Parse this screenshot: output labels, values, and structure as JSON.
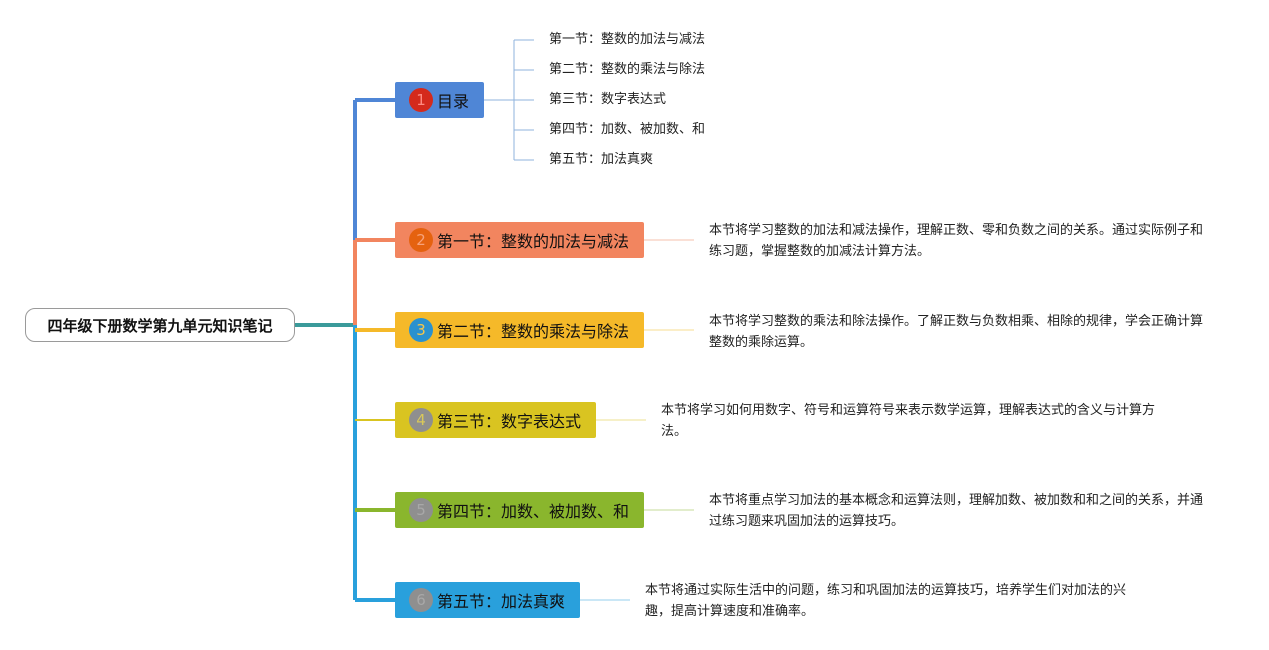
{
  "root": {
    "title": "四年级下册数学第九单元知识笔记"
  },
  "branches": [
    {
      "num": "1",
      "label": "目录",
      "color": "#4f86d6",
      "badge_color": "#d42a1c",
      "badge_text_color": "#ff8a80"
    },
    {
      "num": "2",
      "label": "第一节：整数的加法与减法",
      "color": "#f2855f",
      "badge_color": "#e5620f",
      "badge_text_color": "#f7a27a",
      "desc": "本节将学习整数的加法和减法操作，理解正数、零和负数之间的关系。通过实际例子和练习题，掌握整数的加减法计算方法。"
    },
    {
      "num": "3",
      "label": "第二节：整数的乘法与除法",
      "color": "#f5b929",
      "badge_color": "#2a91cf",
      "badge_text_color": "#f6c64a",
      "desc": "本节将学习整数的乘法和除法操作。了解正数与负数相乘、相除的规律，学会正确计算整数的乘除运算。"
    },
    {
      "num": "4",
      "label": "第三节：数字表达式",
      "color": "#d9c421",
      "badge_color": "#8f8f8f",
      "badge_text_color": "#d9c85a",
      "desc": "本节将学习如何用数字、符号和运算符号来表示数学运算，理解表达式的含义与计算方法。"
    },
    {
      "num": "5",
      "label": "第四节：加数、被加数、和",
      "color": "#8ab62d",
      "badge_color": "#8f8f8f",
      "badge_text_color": "#a8a8a8",
      "desc": "本节将重点学习加法的基本概念和运算法则，理解加数、被加数和和之间的关系，并通过练习题来巩固加法的运算技巧。"
    },
    {
      "num": "6",
      "label": "第五节：加法真爽",
      "color": "#29a0dc",
      "badge_color": "#8f8f8f",
      "badge_text_color": "#a8a8a8",
      "desc": "本节将通过实际生活中的问题，练习和巩固加法的运算技巧，培养学生们对加法的兴趣，提高计算速度和准确率。"
    }
  ],
  "toc": [
    "第一节：整数的加法与减法",
    "第二节：整数的乘法与除法",
    "第三节：数字表达式",
    "第四节：加数、被加数、和",
    "第五节：加法真爽"
  ]
}
